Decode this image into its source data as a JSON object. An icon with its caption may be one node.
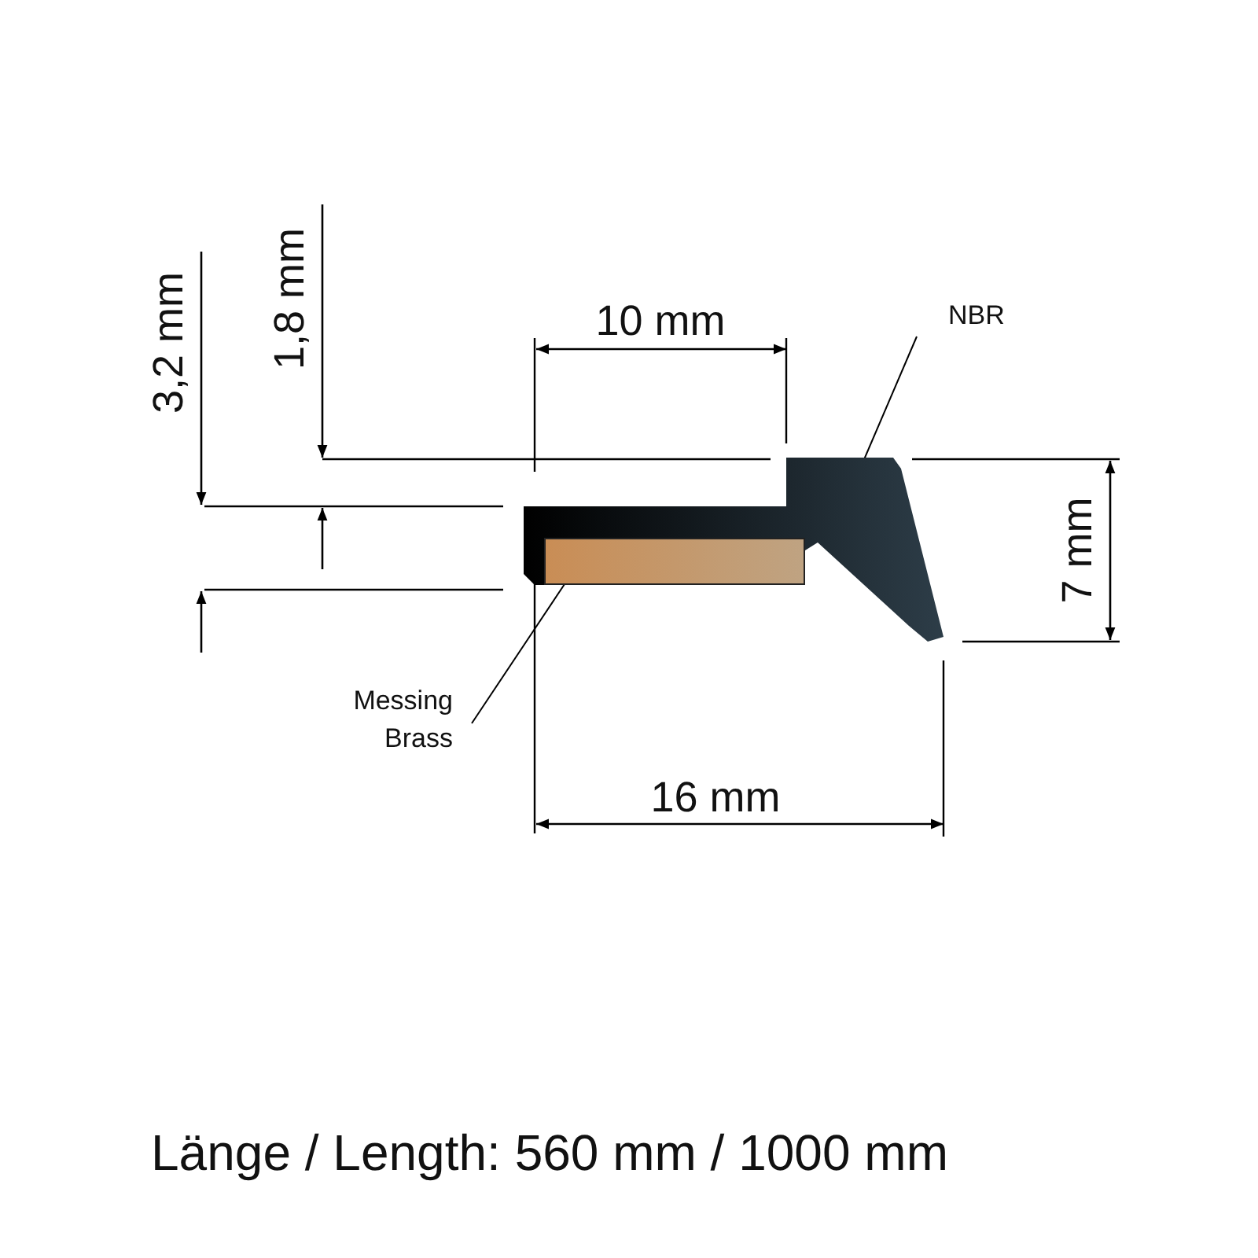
{
  "diagram": {
    "caption": "Länge / Length: 560 mm / 1000 mm",
    "nodes": [
      {
        "text": [
          "NBR"
        ]
      },
      {
        "text": [],
        "shape": "picture"
      },
      {
        "text": [
          "Messing Brass"
        ]
      },
      {
        "text": [],
        "shape": "bar",
        "in": 1
      }
    ],
    "edges": [
      {
        "from": 0,
        "to": 1,
        "arrow": "none"
      },
      {
        "from": 2,
        "to": 3,
        "arrow": "none"
      }
    ],
    "labels": [
      "3,2 mm",
      "1,8 mm",
      "10 mm",
      "7 mm",
      "16 mm"
    ]
  }
}
